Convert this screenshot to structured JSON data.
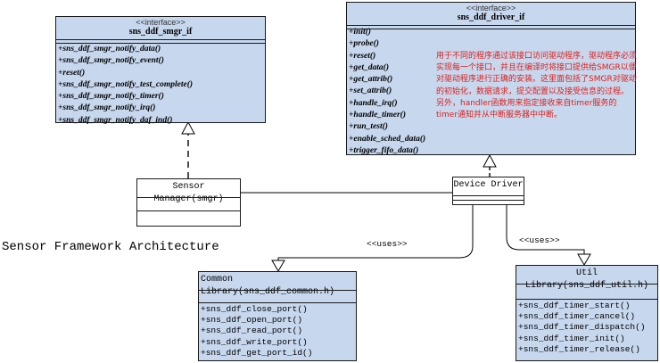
{
  "smgr_if": {
    "stereotype": "<<interface>>",
    "name": "sns_ddf_smgr_if",
    "ops": [
      "+sns_ddf_smgr_notify_data()",
      "+sns_ddf_smgr_notify_event()",
      "+reset()",
      "+sns_ddf_smgr_notify_test_complete()",
      "+sns_ddf_smgr_notify_timer()",
      "+sns_ddf_smgr_notify_irq()",
      "+sns_ddf_smgr_notify_daf_ind()"
    ]
  },
  "driver_if": {
    "stereotype": "<<interface>>",
    "name": "sns_ddf_driver_if",
    "ops": [
      "+init()",
      "+probe()",
      "+reset()",
      "+get_data()",
      "+get_attrib()",
      "+set_attrib()",
      "+handle_irq()",
      "+handle_timer()",
      "+run_test()",
      "+enable_sched_data()",
      "+trigger_fifo_data()"
    ]
  },
  "note": {
    "paragraph1": "用于不同的程序通过该接口访问驱动程序，驱动程序必须实现每一个接口，并且在编译时将接口提供给SMGR以便对驱动程序进行正确的安装。这里面包括了SMGR对驱动的初始化，数据请求，提交配置以及接受信息的过程。",
    "paragraph2": "另外，handler函数用来指定接收来自timer服务的timer通知并从中断服务器中中断。"
  },
  "sensor_manager": {
    "name": "Sensor Manager(smgr)"
  },
  "device_driver": {
    "name": "Device Driver"
  },
  "title": "Sensor Framework Architecture",
  "uses_left": "<<uses>>",
  "uses_right": "<<uses>>",
  "common_lib": {
    "name": "Common Library(sns_ddf_common.h)",
    "ops": [
      "+sns_ddf_close_port()",
      "+sns_ddf_open_port()",
      "+sns_ddf_read_port()",
      "+sns_ddf_write_port()",
      "+sns_ddf_get_port_id()"
    ]
  },
  "util_lib": {
    "name": "Util Library(sns_ddf_util.h)",
    "ops": [
      "+sns_ddf_timer_start()",
      "+sns_ddf_timer_cancel()",
      "+sns_ddf_timer_dispatch()",
      "+sns_ddf_timer_init()",
      "+sns_ddf_timer_release()"
    ]
  }
}
